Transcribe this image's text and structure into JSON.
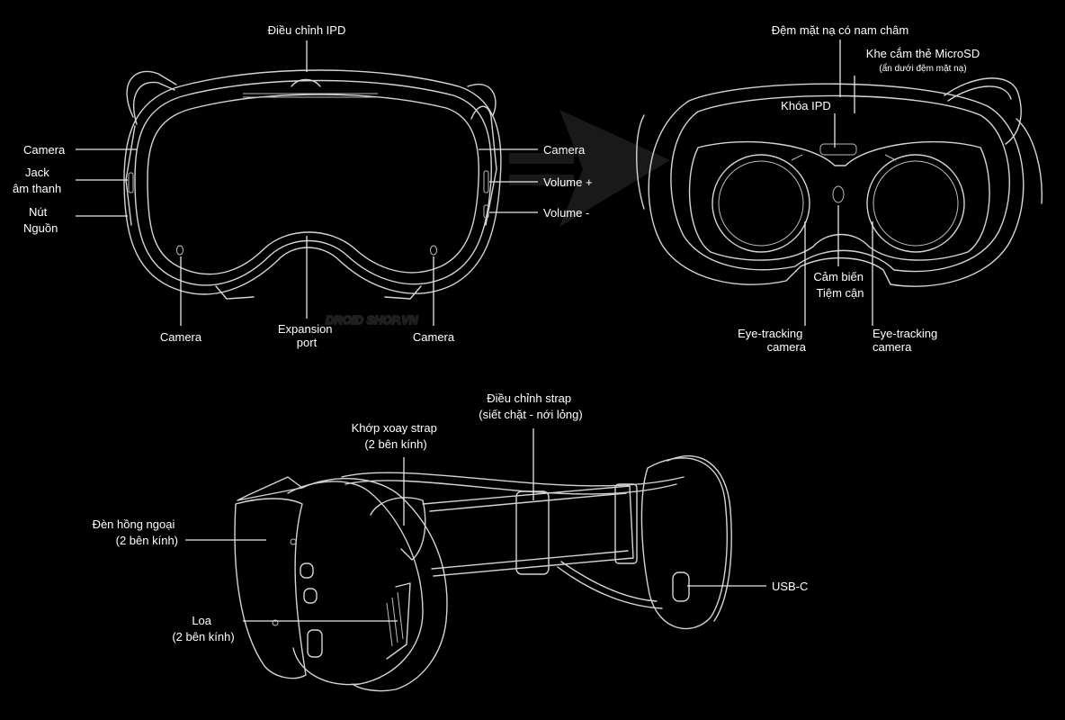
{
  "watermark": "DROID SHOP.VN",
  "front_view": {
    "ipd_adjust": "Điều chỉnh IPD",
    "camera_left": "Camera",
    "audio_jack": [
      "Jack",
      "âm thanh"
    ],
    "power_button": [
      "Nút",
      "Nguồn"
    ],
    "camera_right": "Camera",
    "volume_up": "Volume +",
    "volume_down": "Volume -",
    "camera_bottom_left": "Camera",
    "expansion_port": [
      "Expansion",
      "port"
    ],
    "camera_bottom_right": "Camera"
  },
  "rear_view": {
    "magnetic_face_cushion": "Đệm mặt nạ có nam châm",
    "microsd_slot": "Khe cắm thẻ MicroSD",
    "microsd_note": "(ẩn dưới đệm mặt nạ)",
    "ipd_lock": "Khóa IPD",
    "proximity_sensor": [
      "Cảm biến",
      "Tiệm cận"
    ],
    "eye_tracking_left": [
      "Eye-tracking",
      "camera"
    ],
    "eye_tracking_right": [
      "Eye-tracking",
      "camera"
    ]
  },
  "side_view": {
    "strap_adjust": [
      "Điều chỉnh strap",
      "(siết chặt - nới lỏng)"
    ],
    "strap_pivot": [
      "Khớp xoay strap",
      "(2 bên kính)"
    ],
    "ir_lights": [
      "Đèn hồng ngoại",
      "(2 bên kính)"
    ],
    "speaker": [
      "Loa",
      "(2 bên kính)"
    ],
    "usb_c": "USB-C"
  }
}
